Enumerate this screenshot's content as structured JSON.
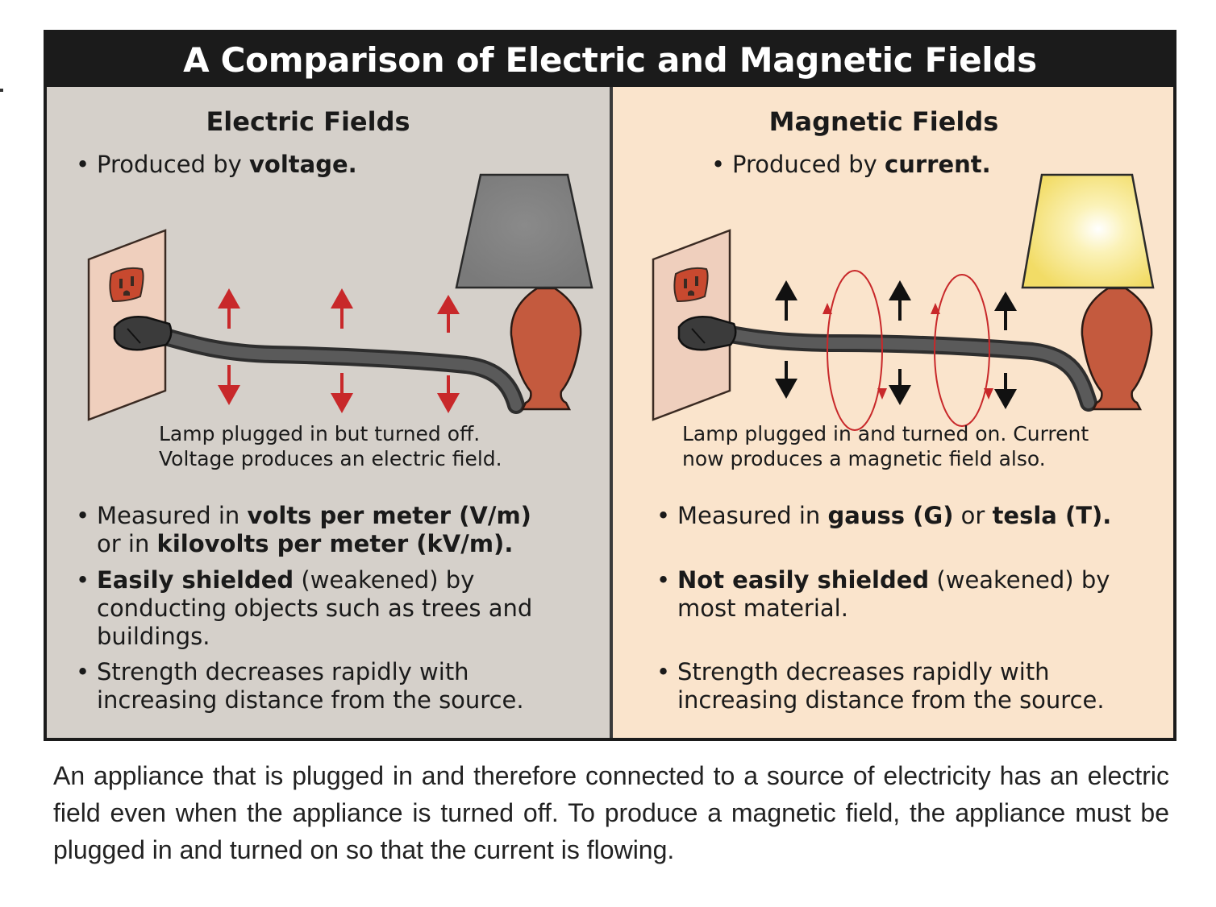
{
  "title": "A Comparison of Electric and Magnetic Fields",
  "electric": {
    "heading": "Electric Fields",
    "produced_prefix": "Produced by ",
    "produced_bold": "voltage.",
    "caption_line1": "Lamp plugged in but turned off.",
    "caption_line2": "Voltage produces an electric field.",
    "measured_prefix": "Measured in ",
    "measured_bold1": "volts per meter (V/m)",
    "measured_line2_prefix": "or in ",
    "measured_bold2": "kilovolts per meter (kV/m).",
    "shield_bold": "Easily shielded",
    "shield_rest1": " (weakened) by",
    "shield_line2": "conducting objects such as trees and",
    "shield_line3": "buildings.",
    "strength_line1": "Strength decreases rapidly with",
    "strength_line2": "increasing distance from the source."
  },
  "magnetic": {
    "heading": "Magnetic Fields",
    "produced_prefix": "Produced by ",
    "produced_bold": "current.",
    "caption_line1": "Lamp plugged in and turned on. Current",
    "caption_line2": "now produces a magnetic field also.",
    "measured_prefix": "Measured in ",
    "measured_bold1": "gauss (G)",
    "measured_mid": " or ",
    "measured_bold2": "tesla (T).",
    "shield_bold": "Not easily shielded",
    "shield_rest1": " (weakened) by",
    "shield_line2": "most material.",
    "strength_line1": "Strength decreases rapidly with",
    "strength_line2": "increasing distance from the source."
  },
  "footer": "An appliance that is plugged in and therefore connected to a source of electricity has an electric field even when the appliance is turned off. To produce a magnetic field, the appliance must be plugged in and turned on so that the current is flowing.",
  "colors": {
    "title_bar": "#1b1b1b",
    "electric_panel": "#d5d0ca",
    "magnetic_panel": "#fae4cc",
    "field_arrow_red": "#c8282a",
    "lamp_base": "#c45a3e",
    "lampshade_off": "#808080",
    "lampshade_on": "#f6e27a",
    "cord": "#4a4a4a"
  },
  "icons": {
    "outlet": "wall-outlet-icon",
    "plug": "plug-icon",
    "lamp_off": "lamp-off-icon",
    "lamp_on": "lamp-on-icon"
  }
}
